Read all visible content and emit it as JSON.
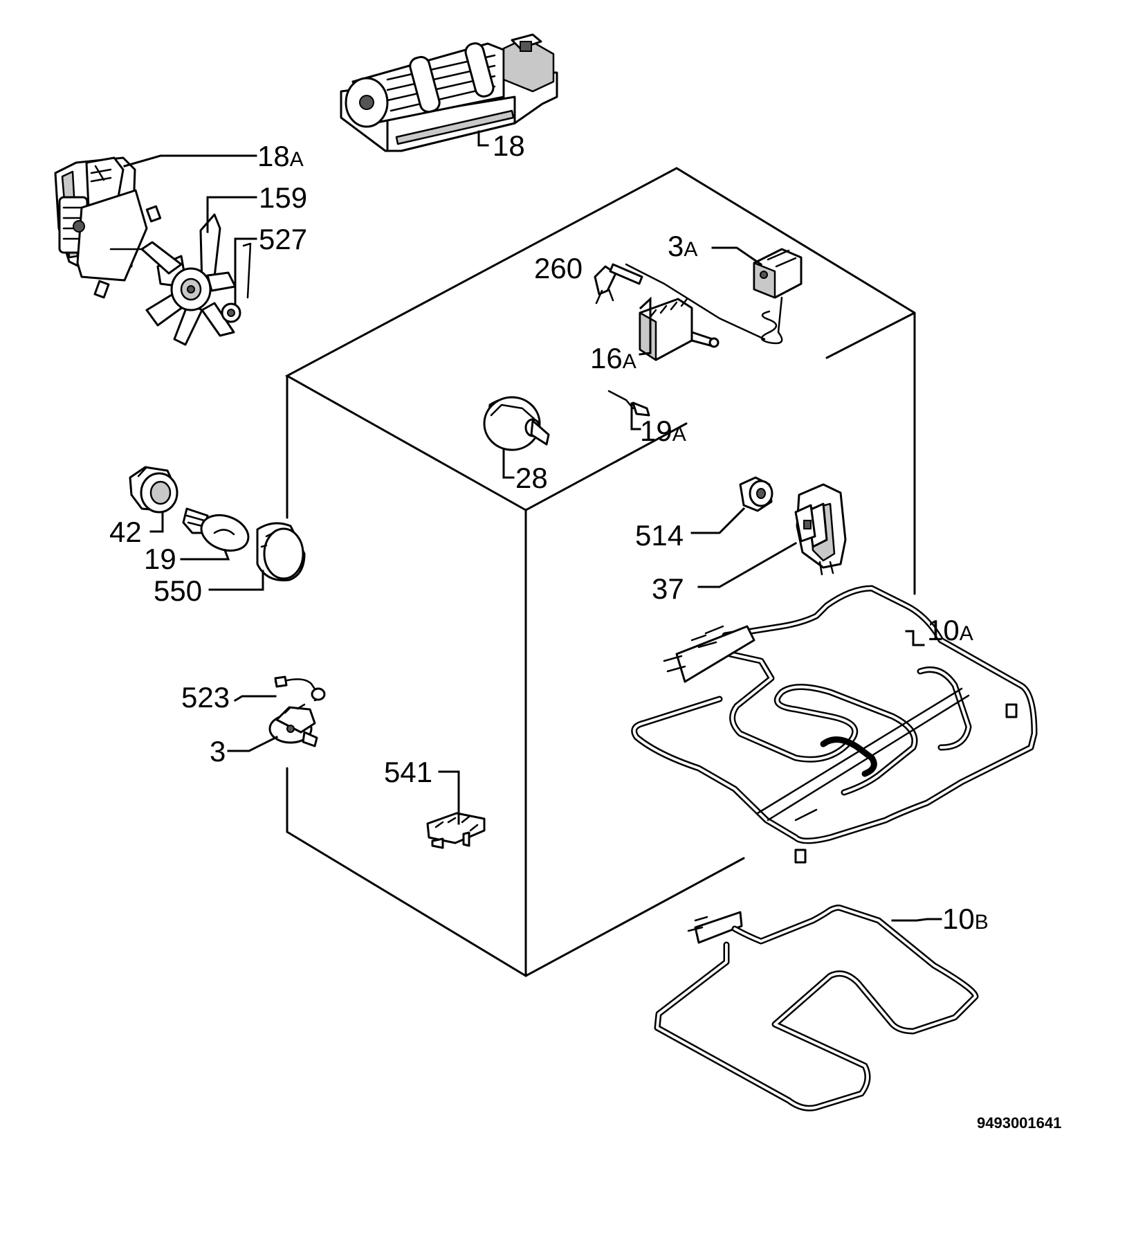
{
  "callouts": [
    {
      "id": "18",
      "number": "18",
      "suffix": ""
    },
    {
      "id": "18a",
      "number": "18",
      "suffix": "A"
    },
    {
      "id": "159",
      "number": "159",
      "suffix": ""
    },
    {
      "id": "527",
      "number": "527",
      "suffix": ""
    },
    {
      "id": "3a",
      "number": "3",
      "suffix": "A"
    },
    {
      "id": "260",
      "number": "260",
      "suffix": ""
    },
    {
      "id": "16a",
      "number": "16",
      "suffix": "A"
    },
    {
      "id": "19a",
      "number": "19",
      "suffix": "A"
    },
    {
      "id": "28",
      "number": "28",
      "suffix": ""
    },
    {
      "id": "42",
      "number": "42",
      "suffix": ""
    },
    {
      "id": "19",
      "number": "19",
      "suffix": ""
    },
    {
      "id": "550",
      "number": "550",
      "suffix": ""
    },
    {
      "id": "514",
      "number": "514",
      "suffix": ""
    },
    {
      "id": "37",
      "number": "37",
      "suffix": ""
    },
    {
      "id": "10a",
      "number": "10",
      "suffix": "A"
    },
    {
      "id": "523",
      "number": "523",
      "suffix": ""
    },
    {
      "id": "3",
      "number": "3",
      "suffix": ""
    },
    {
      "id": "541",
      "number": "541",
      "suffix": ""
    },
    {
      "id": "10b",
      "number": "10",
      "suffix": "B"
    }
  ],
  "document_number": "9493001641"
}
